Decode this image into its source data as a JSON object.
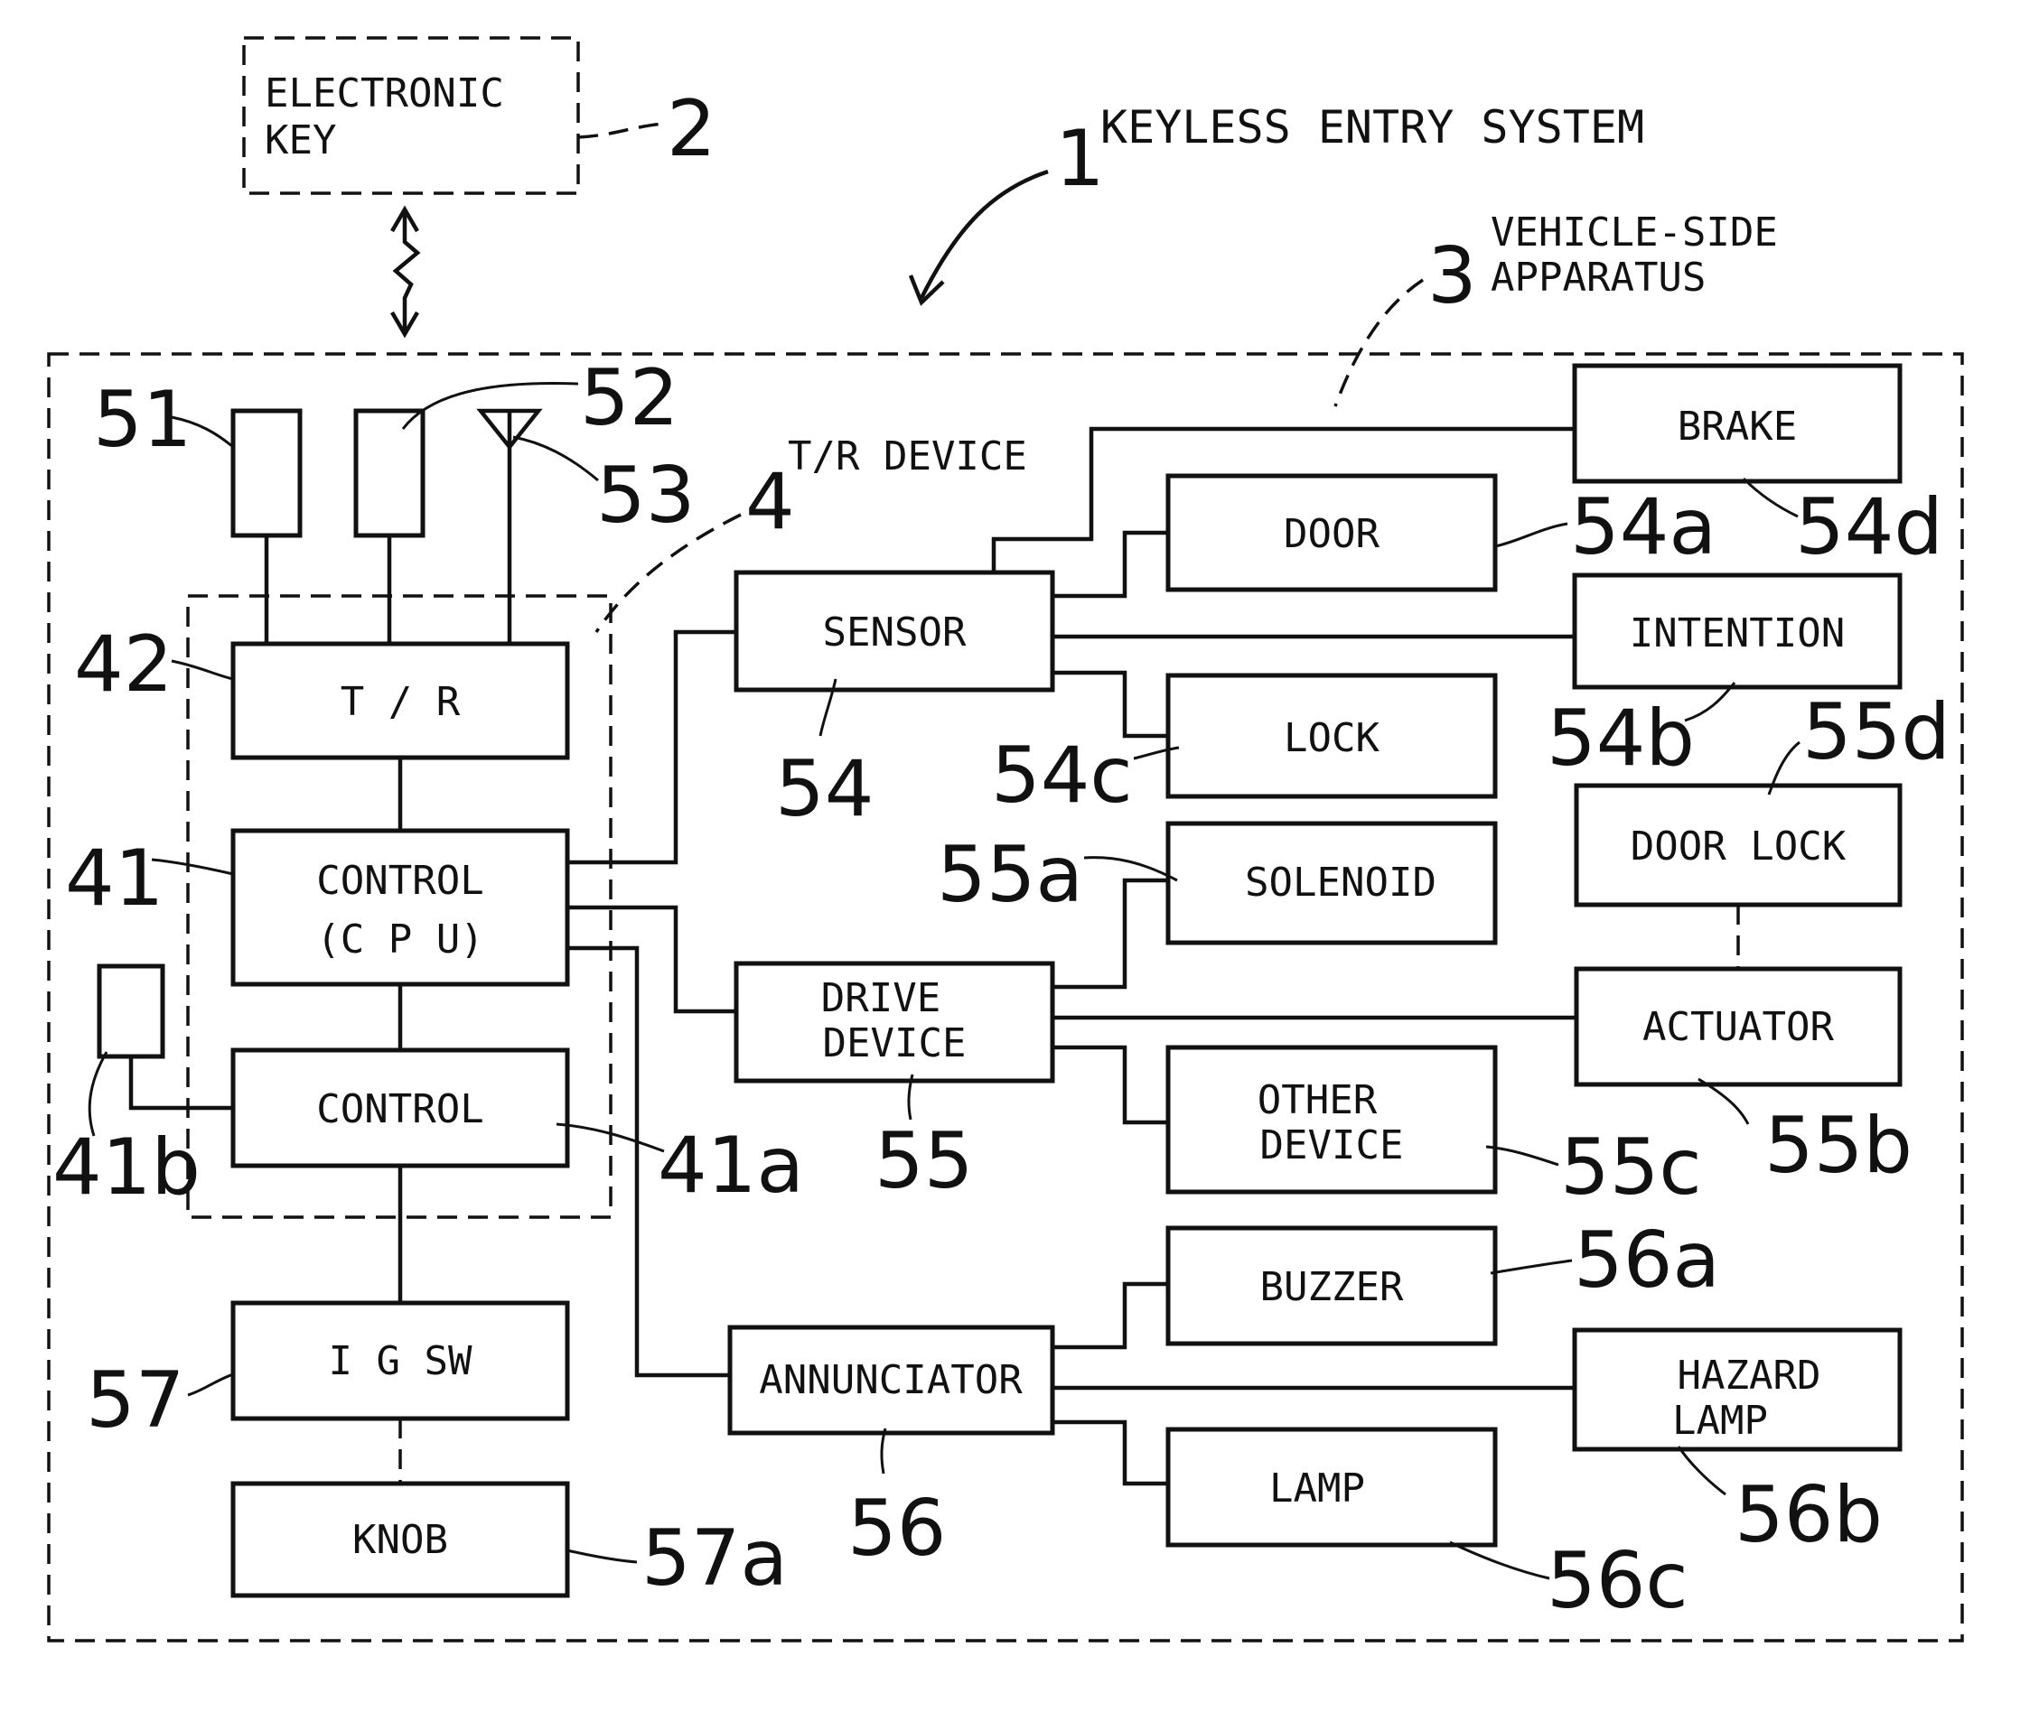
{
  "system": {
    "number": "1",
    "title": "KEYLESS ENTRY SYSTEM"
  },
  "electronic_key": {
    "line1": "ELECTRONIC",
    "line2": "KEY",
    "number": "2"
  },
  "vehicle_side": {
    "line1": "VEHICLE-SIDE",
    "line2": "APPARATUS",
    "number": "3"
  },
  "tr_device": {
    "label": "T/R DEVICE",
    "number": "4"
  },
  "blocks": {
    "tr": {
      "label": "T / R",
      "number": "42"
    },
    "cpu": {
      "line1": "CONTROL",
      "line2": "(C P U)",
      "number": "41"
    },
    "control": {
      "label": "CONTROL",
      "number": "41a"
    },
    "ig_sw": {
      "label": "I G SW",
      "number": "57"
    },
    "knob": {
      "label": "KNOB",
      "number": "57a"
    },
    "sensor": {
      "label": "SENSOR",
      "number": "54"
    },
    "drive_device": {
      "line1": "DRIVE",
      "line2": "DEVICE",
      "number": "55"
    },
    "annunciator": {
      "label": "ANNUNCIATOR",
      "number": "56"
    },
    "brake": {
      "label": "BRAKE",
      "number": "54d"
    },
    "door": {
      "label": "DOOR",
      "number": "54a"
    },
    "intention": {
      "label": "INTENTION",
      "number": "54b"
    },
    "lock": {
      "label": "LOCK",
      "number": "54c"
    },
    "door_lock": {
      "label": "DOOR LOCK",
      "number": "55d"
    },
    "solenoid": {
      "label": "SOLENOID",
      "number": "55a"
    },
    "actuator": {
      "label": "ACTUATOR",
      "number": "55b"
    },
    "other_device": {
      "line1": "OTHER",
      "line2": "DEVICE",
      "number": "55c"
    },
    "buzzer": {
      "label": "BUZZER",
      "number": "56a"
    },
    "hazard_lamp": {
      "line1": "HAZARD",
      "line2": "LAMP",
      "number": "56b"
    },
    "lamp": {
      "label": "LAMP",
      "number": "56c"
    }
  },
  "peripherals": {
    "unit_51": {
      "number": "51"
    },
    "unit_52": {
      "number": "52"
    },
    "antenna_53": {
      "number": "53"
    },
    "unit_41b": {
      "number": "41b"
    }
  }
}
